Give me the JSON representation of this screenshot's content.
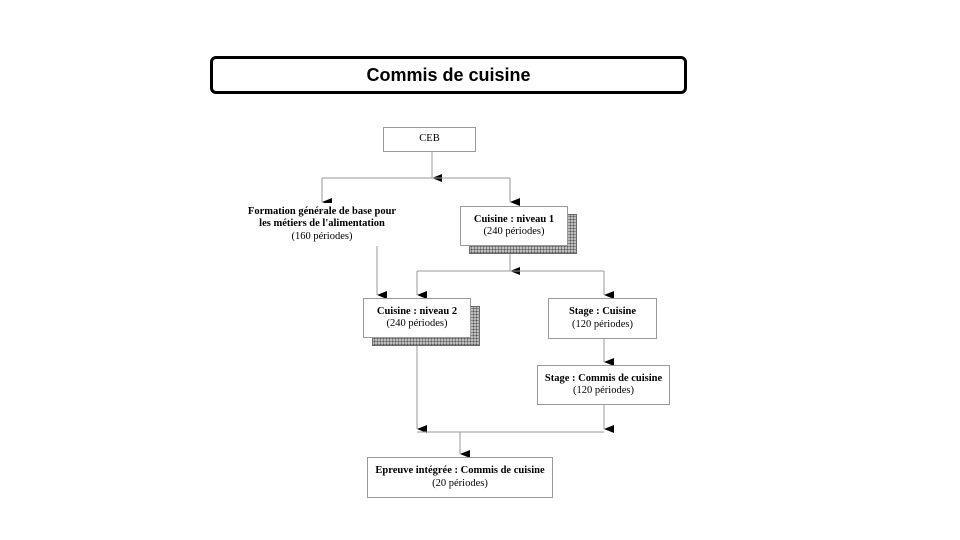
{
  "title": "Commis de cuisine",
  "colors": {
    "line": "#9a9a9a",
    "arrow": "#000000",
    "box_border": "#9a9a9a",
    "shadow": "#bdbdbd"
  },
  "nodes": {
    "ceb": {
      "label": "CEB"
    },
    "formation": {
      "title_line1": "Formation générale de base pour",
      "title_line2": "les métiers de l'alimentation",
      "hours": "(160 périodes)"
    },
    "cuisine1": {
      "title": "Cuisine : niveau 1",
      "hours": "(240 périodes)"
    },
    "cuisine2": {
      "title": "Cuisine : niveau 2",
      "hours": "(240 périodes)"
    },
    "stage_cuisine": {
      "title": "Stage : Cuisine",
      "hours": "(120 périodes)"
    },
    "stage_commis": {
      "title": "Stage : Commis de cuisine",
      "hours": "(120 périodes)"
    },
    "epreuve": {
      "title": "Epreuve intégrée : Commis de cuisine",
      "hours": "(20 périodes)"
    }
  }
}
